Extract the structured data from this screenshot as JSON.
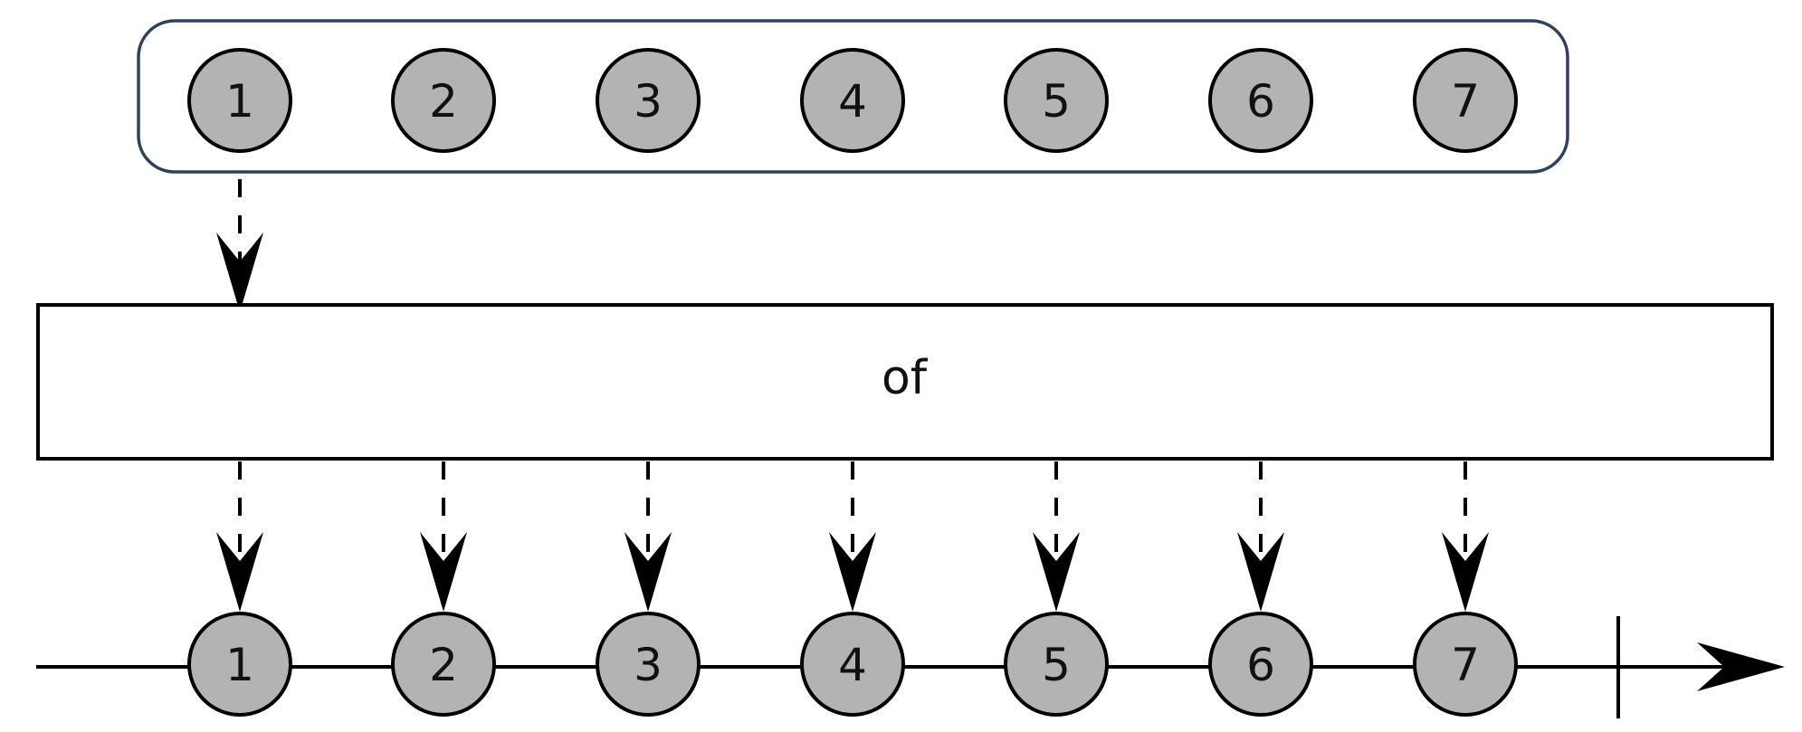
{
  "diagram": {
    "type": "marble-diagram",
    "operator": "of",
    "input_group": {
      "description": "source values grouped as arguments",
      "values": [
        "1",
        "2",
        "3",
        "4",
        "5",
        "6",
        "7"
      ]
    },
    "output": {
      "description": "output observable timeline",
      "values": [
        "1",
        "2",
        "3",
        "4",
        "5",
        "6",
        "7"
      ],
      "completes": true
    },
    "colors": {
      "marble_fill": "#b3b3b3",
      "marble_stroke": "#000000",
      "group_border": "#2f4256",
      "line": "#000000",
      "background": "#ffffff"
    }
  }
}
